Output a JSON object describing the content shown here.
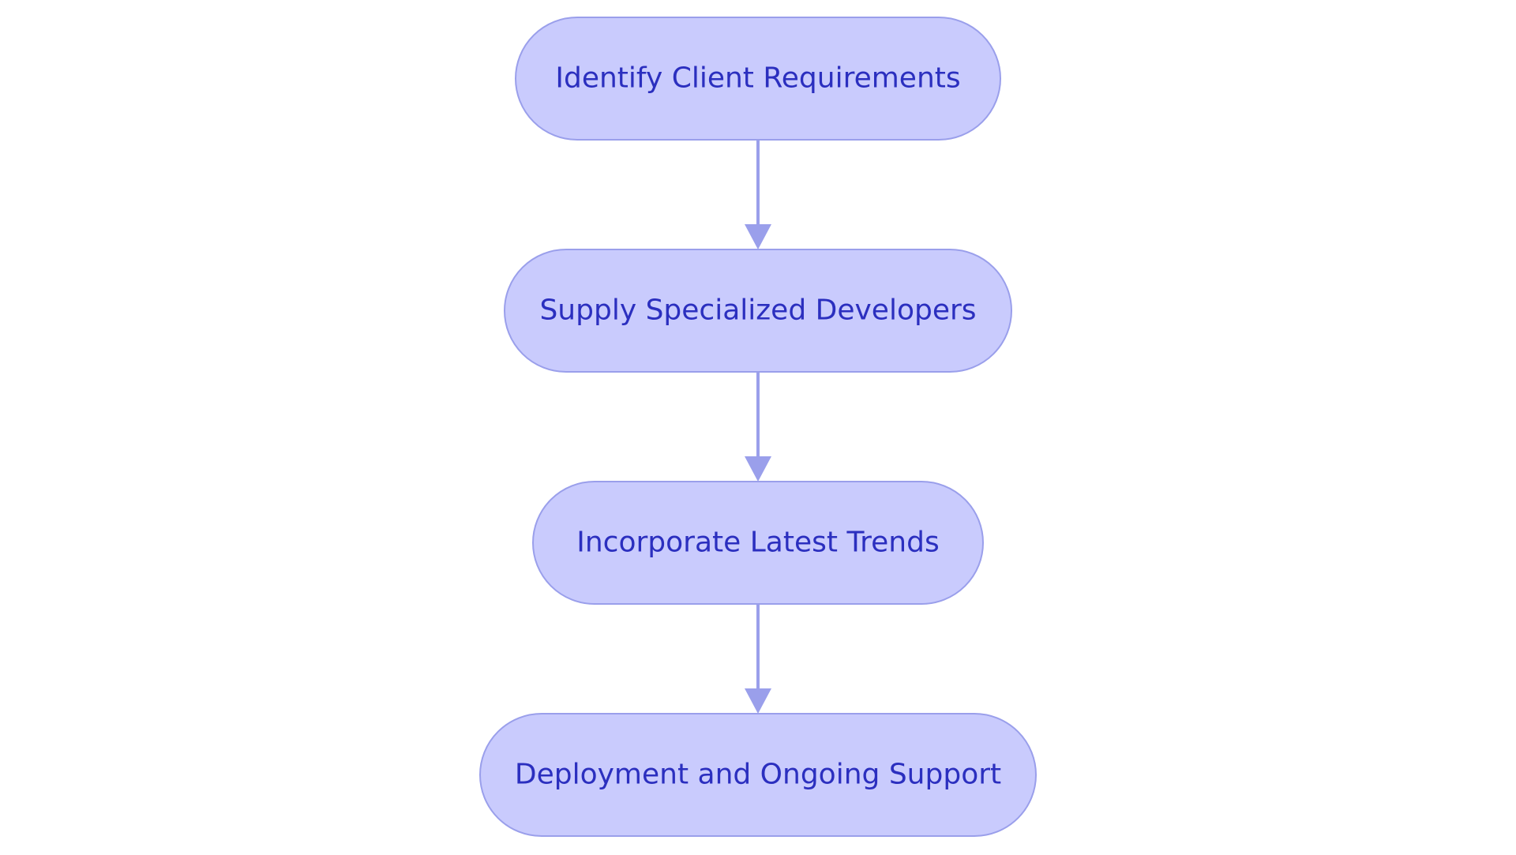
{
  "colors": {
    "background": "#ffffff",
    "node_fill": "#C9CBFD",
    "node_stroke": "#9A9FEB",
    "node_text": "#2B2FBF",
    "edge": "#9A9FEB"
  },
  "nodes": [
    {
      "id": "identify",
      "label": "Identify Client Requirements"
    },
    {
      "id": "supply",
      "label": "Supply Specialized Developers"
    },
    {
      "id": "incorporate",
      "label": "Incorporate Latest Trends"
    },
    {
      "id": "deploy",
      "label": "Deployment and Ongoing Support"
    }
  ],
  "edges": [
    {
      "from": "identify",
      "to": "supply"
    },
    {
      "from": "supply",
      "to": "incorporate"
    },
    {
      "from": "incorporate",
      "to": "deploy"
    }
  ]
}
